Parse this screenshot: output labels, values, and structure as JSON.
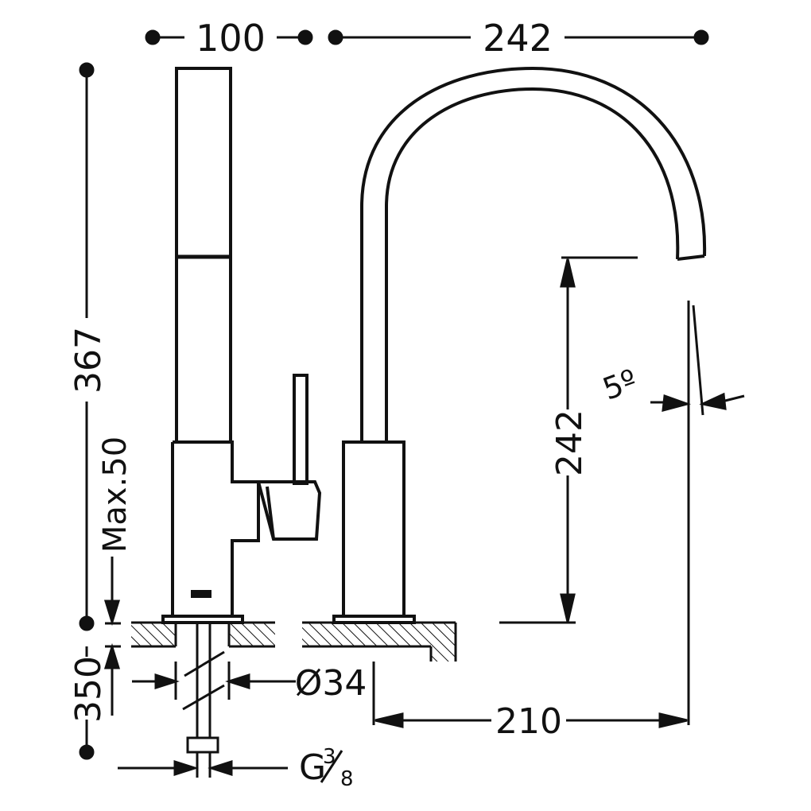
{
  "colors": {
    "line": "#111111",
    "background": "#ffffff"
  },
  "dimensions": {
    "width_body": "100",
    "reach_top": "242",
    "total_height": "367",
    "max_counter_thickness": "Max.50",
    "spout_height": "242",
    "spout_angle": "5º",
    "pipe_length": "350",
    "hole_diameter": "Ø34",
    "connection_reach": "210",
    "connection_thread_prefix": "G",
    "connection_thread_numerator": "3",
    "connection_thread_denominator": "8"
  }
}
